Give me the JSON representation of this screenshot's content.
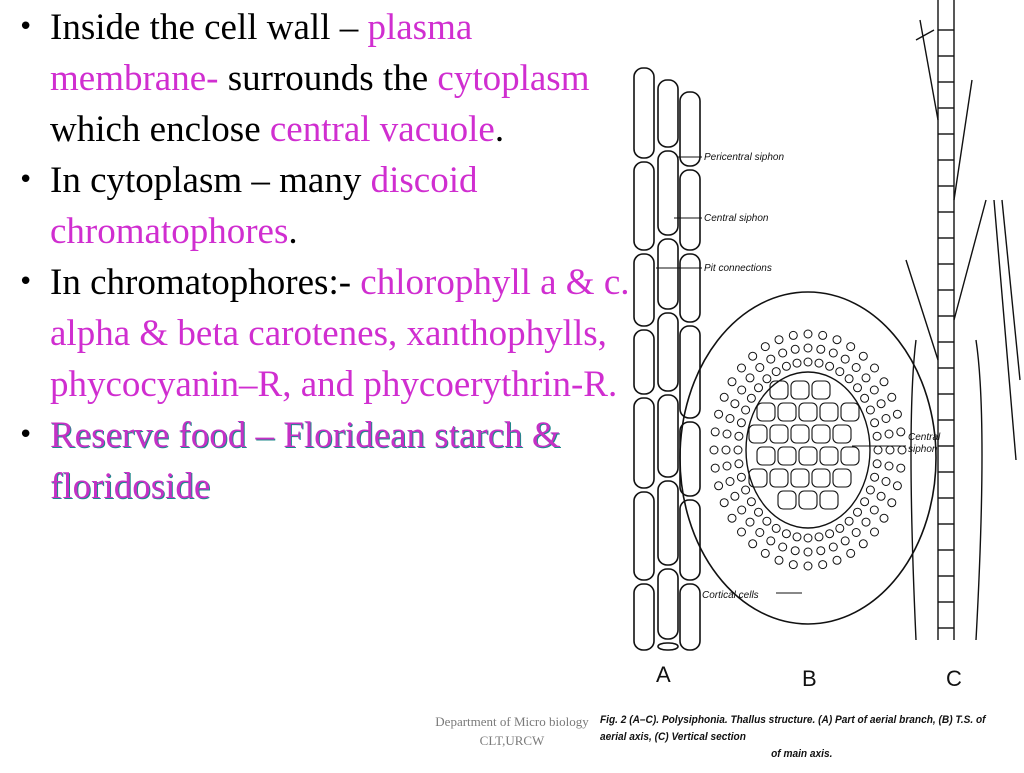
{
  "bullets": [
    {
      "segments": [
        {
          "t": "Inside the cell wall – ",
          "s": "n"
        },
        {
          "t": "plasma membrane-",
          "s": "p"
        },
        {
          "t": " surrounds the ",
          "s": "n"
        },
        {
          "t": "cytoplasm",
          "s": "p"
        },
        {
          "t": " which enclose ",
          "s": "n"
        },
        {
          "t": "central vacuole",
          "s": "p"
        },
        {
          "t": ".",
          "s": "n"
        }
      ]
    },
    {
      "segments": [
        {
          "t": "In cytoplasm – many ",
          "s": "n"
        },
        {
          "t": "discoid chromatophores",
          "s": "p"
        },
        {
          "t": ".",
          "s": "n"
        }
      ]
    },
    {
      "segments": [
        {
          "t": "In chromatophores:- ",
          "s": "n"
        },
        {
          "t": "chlorophyll a & c. alpha & beta carotenes, xanthophylls, phycocyanin–R, and phycoerythrin-R.",
          "s": "p"
        }
      ]
    },
    {
      "segments": [
        {
          "t": "Reserve food – Floridean starch & floridoside",
          "s": "t"
        }
      ]
    }
  ],
  "figure": {
    "labels": {
      "pericentral": "Pericentral siphon",
      "central": "Central siphon",
      "pit": "Pit connections",
      "central_b1": "Central",
      "central_b2": "siphon",
      "cortical": "Cortical cells"
    },
    "panels": [
      "A",
      "B",
      "C"
    ],
    "caption_line1": "Fig. 2 (A–C). Polysiphonia. Thallus structure. (A) Part of aerial branch, (B) T.S. of aerial axis, (C) Vertical section",
    "caption_line2": "of main axis."
  },
  "footer": {
    "line1": "Department of Micro biology",
    "line2": "CLT,URCW"
  }
}
